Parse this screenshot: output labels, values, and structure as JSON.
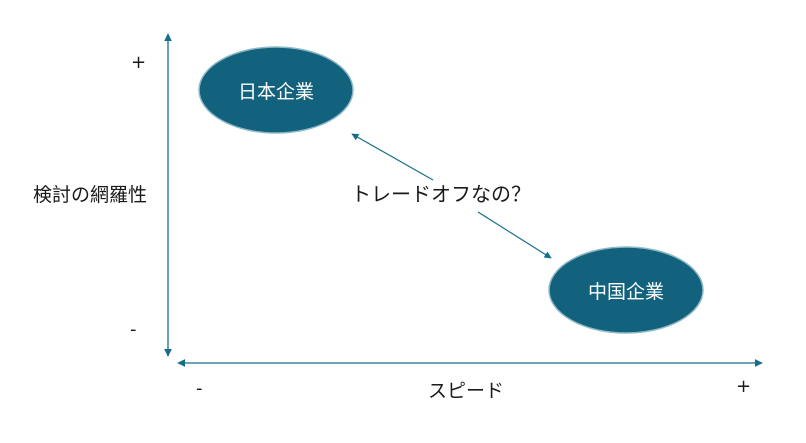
{
  "colors": {
    "node_fill": "#12627d",
    "node_stroke": "#8fb9c8",
    "axis": "#156f8a",
    "text": "#1a1a1a",
    "node_text": "#ffffff"
  },
  "y_axis": {
    "label": "検討の網羅性",
    "plus": "+",
    "minus": "-"
  },
  "x_axis": {
    "label": "スピード",
    "plus": "+",
    "minus": "-"
  },
  "nodes": {
    "japan": {
      "label": "日本企業"
    },
    "china": {
      "label": "中国企業"
    }
  },
  "tradeoff": {
    "label": "トレードオフなの？"
  }
}
